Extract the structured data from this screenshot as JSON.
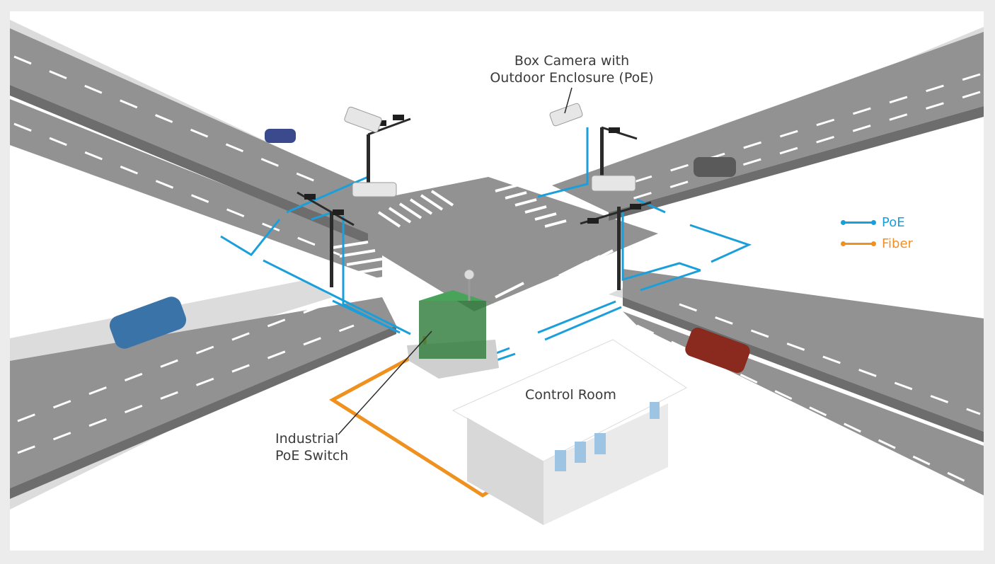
{
  "labels": {
    "camera_line1": "Box Camera with",
    "camera_line2": "Outdoor Enclosure (PoE)",
    "switch_line1": "Industrial",
    "switch_line2": "PoE Switch",
    "control_room": "Control Room"
  },
  "legend": [
    {
      "label": "PoE",
      "color": "#1a9fdb"
    },
    {
      "label": "Fiber",
      "color": "#f0901e"
    }
  ],
  "colors": {
    "poe": "#1a9fdb",
    "fiber": "#f0901e",
    "road": "#8e8e8e",
    "sidewalk": "#d6d6d6",
    "switch_cabinet": "#2f7d3a",
    "vehicle_blue": "#3a73a8",
    "vehicle_navy": "#3a4a8c",
    "vehicle_gray": "#5a5a5a",
    "vehicle_red": "#8a2a1e"
  },
  "icons": [
    "box-camera-icon",
    "traffic-light-icon",
    "car-icon",
    "industrial-switch-icon",
    "control-room-icon"
  ]
}
